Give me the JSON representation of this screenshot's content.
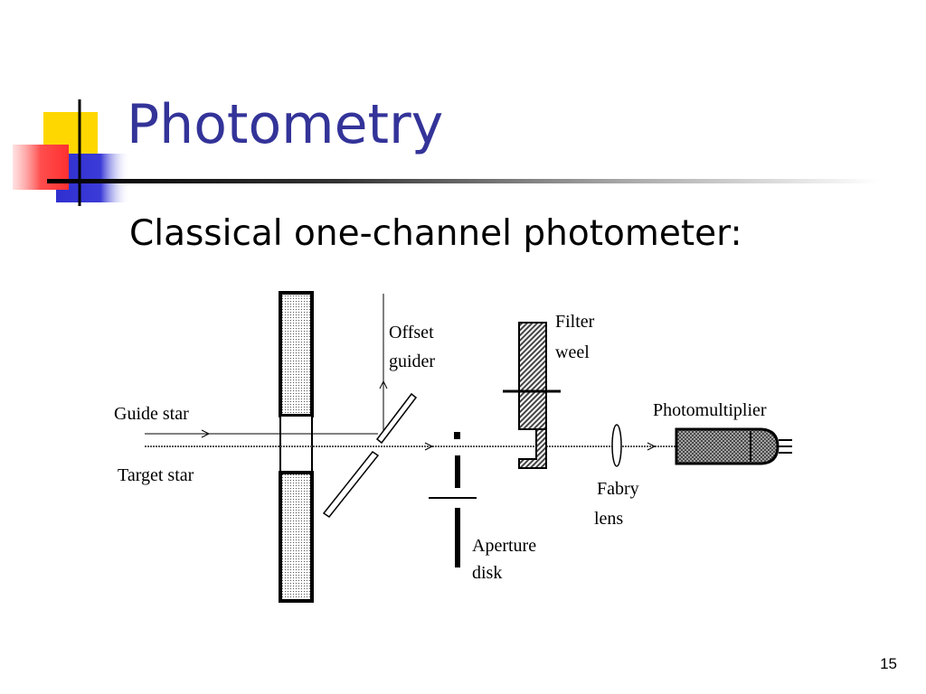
{
  "slide": {
    "title": "Photometry",
    "subtitle": "Classical one-channel photometer:",
    "page_number": "15"
  },
  "diagram": {
    "labels": {
      "guide_star": "Guide star",
      "target_star": "Target star",
      "offset_guider_line1": "Offset",
      "offset_guider_line2": "guider",
      "filter_line1": "Filter",
      "filter_line2": "weel",
      "photomultiplier": "Photomultiplier",
      "fabry_line1": "Fabry",
      "fabry_line2": "lens",
      "aperture_line1": "Aperture",
      "aperture_line2": "disk"
    }
  },
  "colors": {
    "title": "#333399",
    "logo_yellow": "#ffd700",
    "logo_blue": "#3333cc",
    "logo_red": "#ff5555"
  }
}
